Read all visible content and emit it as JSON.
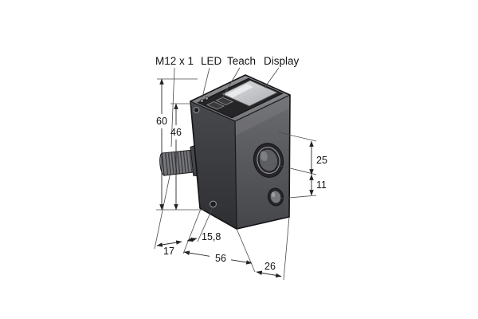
{
  "callouts": {
    "connector": "M12 x 1",
    "led": "LED",
    "teach": "Teach",
    "display": "Display"
  },
  "dimensions": {
    "total_height": "60",
    "front_height": "46",
    "lens_center_offset": "25",
    "lens_spacing": "11",
    "hole_offset": "15,8",
    "connector_offset": "17",
    "housing_depth": "56",
    "housing_width": "26"
  },
  "colors": {
    "background": "#ffffff",
    "line": "#1a1a1a",
    "dimension_line": "#2a2a2a",
    "body_dark": "#313134",
    "body_mid": "#55565a",
    "body_light": "#8f9094",
    "display_window": "#cfd1d4"
  }
}
